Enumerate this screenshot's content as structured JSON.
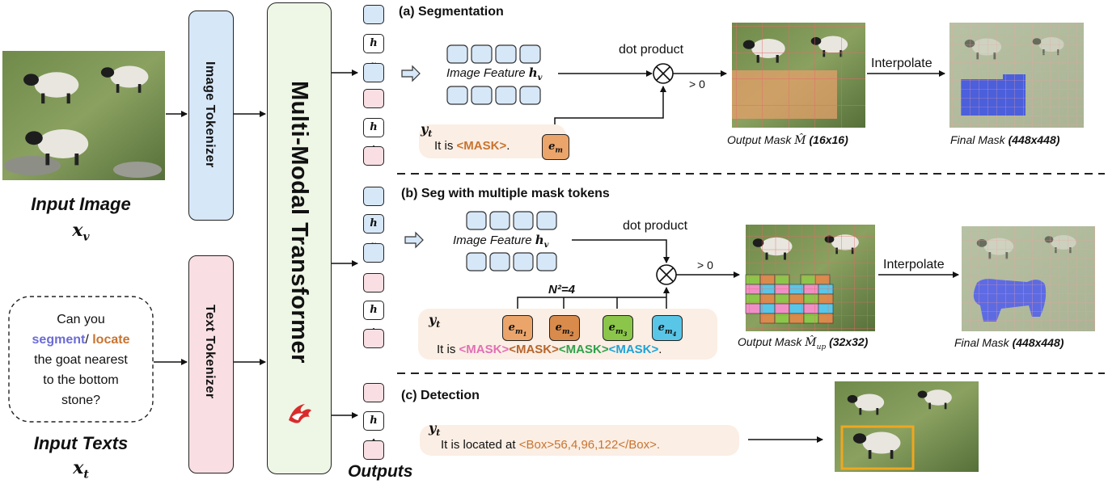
{
  "left": {
    "input_image_label": "Input Image",
    "input_image_var": "x",
    "input_image_sub": "v",
    "prompt": {
      "line1": "Can you",
      "segment": "segment",
      "slash": "/",
      "locate": "locate",
      "line3": "the goat nearest",
      "line4": "to the bottom",
      "line5": "stone?"
    },
    "input_texts_label": "Input Texts",
    "input_texts_var": "x",
    "input_texts_sub": "t"
  },
  "tokenizers": {
    "image": "Image Tokenizer",
    "text": "Text Tokenizer"
  },
  "transformer": {
    "label": "Multi-Modal Transformer"
  },
  "outputs_label": "Outputs",
  "token_labels": {
    "hv": "h",
    "hv_sub": "v",
    "ht": "h",
    "ht_sub": "t"
  },
  "section_a": {
    "title": "(a) Segmentation",
    "feature_label": "Image Feature",
    "feature_var": "h",
    "feature_sub": "v",
    "dot_product": "dot product",
    "gt0": "> 0",
    "interpolate": "Interpolate",
    "yt": "y",
    "yt_sub": "t",
    "text_prefix": "It is ",
    "mask_token": "<MASK>",
    "text_suffix": ".",
    "em": "e",
    "em_sub": "m",
    "output_mask_label": "Output Mask",
    "output_mask_sym": "M̂",
    "output_mask_size": "(16x16)",
    "final_mask_label": "Final Mask",
    "final_mask_size": "(448x448)"
  },
  "section_b": {
    "title": "(b) Seg with multiple mask tokens",
    "feature_label": "Image Feature",
    "feature_var": "h",
    "feature_sub": "v",
    "dot_product": "dot product",
    "gt0": "> 0",
    "n2": "N²=4",
    "interpolate": "Interpolate",
    "yt": "y",
    "yt_sub": "t",
    "text_prefix": "It is ",
    "masks": [
      "<MASK>",
      "<MASK>",
      "<MASK>",
      "<MASK>"
    ],
    "text_suffix": ".",
    "em_tokens": [
      {
        "label": "e",
        "sub": "m",
        "subsub": "1"
      },
      {
        "label": "e",
        "sub": "m",
        "subsub": "2"
      },
      {
        "label": "e",
        "sub": "m",
        "subsub": "3"
      },
      {
        "label": "e",
        "sub": "m",
        "subsub": "4"
      }
    ],
    "output_mask_label": "Output Mask",
    "output_mask_sym": "M̂",
    "output_mask_sub": "up",
    "output_mask_size": "(32x32)",
    "final_mask_label": "Final Mask",
    "final_mask_size": "(448x448)"
  },
  "section_c": {
    "title": "(c) Detection",
    "yt": "y",
    "yt_sub": "t",
    "text_prefix": "It is located at ",
    "box_text": "<Box>56,4,96,122</Box>."
  },
  "colors": {
    "segment": "#6b6bd6",
    "locate": "#c8742f",
    "mask_orange": "#c8742f",
    "mask_pink": "#e26fb5",
    "mask_brown": "#b7652b",
    "mask_green": "#2fa24a",
    "mask_cyan": "#1ea3d6",
    "em_orange": "#eba56b",
    "em_brown": "#d98b4c",
    "em_green": "#8bc64a",
    "em_cyan": "#59c6e8",
    "image_tokenizer": "#d6e7f8",
    "text_tokenizer": "#f9dfe3",
    "transformer": "#eef6e6",
    "bubble": "#fbeee4",
    "blue_mask": "#4a5ad6",
    "box": "#f0a71e"
  }
}
